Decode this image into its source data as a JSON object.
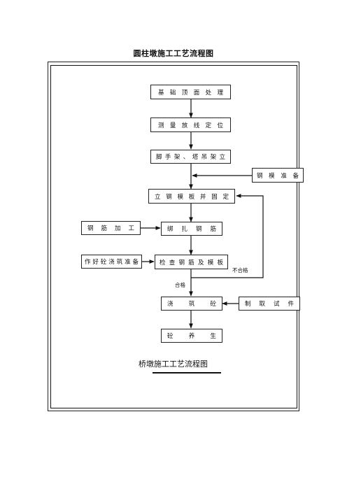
{
  "title": "圆柱墩施工工艺流程图",
  "caption": "桥墩施工工艺流程图",
  "nodes": {
    "foundation": "基 础 顶 面 处 理",
    "survey": "测 量 放 线 定 位",
    "scaffold": "脚 手 架 、 塔 吊 架 立",
    "formwork_prep": "钢 模 准 备",
    "erect_formwork": "立 钢 模 板 并 固 定",
    "rebar_process": "钢 筋 加 工",
    "tie_rebar": "绑 扎 钢 筋",
    "concrete_prep": "作好砼浇筑准备",
    "inspect": "检 查 钢 筋 及 模 板",
    "pour": "浇 筑 砼",
    "test_specimen": "制 取 试 件",
    "curing": "砼 养 生"
  },
  "labels": {
    "fail": "不合格",
    "pass": "合格"
  }
}
